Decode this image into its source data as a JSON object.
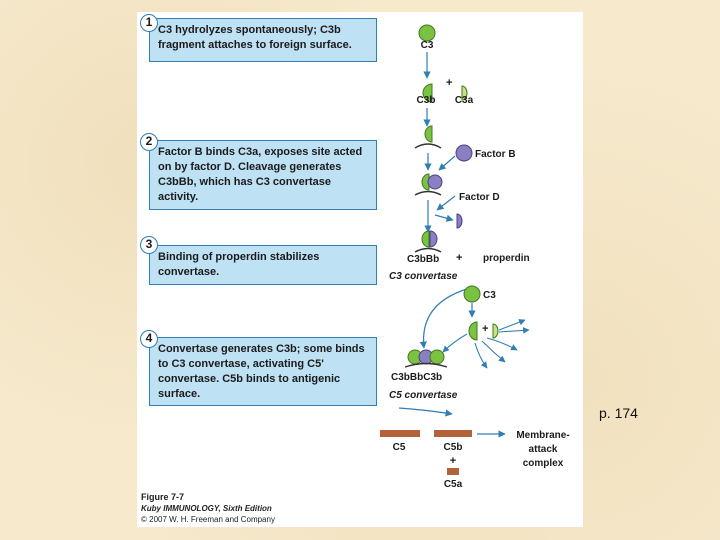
{
  "steps": [
    {
      "number": "1",
      "text": "C3 hydrolyzes spontaneously; C3b fragment attaches to foreign surface."
    },
    {
      "number": "2",
      "text": "Factor B binds C3a, exposes site acted on by factor D. Cleavage generates C3bBb, which has C3 convertase activity."
    },
    {
      "number": "3",
      "text": "Binding of properdin stabilizes convertase."
    },
    {
      "number": "4",
      "text": "Convertase generates C3b; some binds to C3 convertase, activating C5' convertase. C5b binds to antigenic surface."
    }
  ],
  "labels": {
    "c3_top": "C3",
    "plus_1": "+",
    "c3b": "C3b",
    "c3a": "C3a",
    "factor_b": "Factor B",
    "factor_d": "Factor D",
    "c3bbb": "C3bBb",
    "plus_2": "+",
    "properdin": "properdin",
    "c3_convertase": "C3 convertase",
    "c3_mid": "C3",
    "plus_3": "+",
    "c3bbbc3b": "C3bBbC3b",
    "c5_convertase": "C5 convertase",
    "c5": "C5",
    "c5b": "C5b",
    "plus_4": "+",
    "c5a": "C5a",
    "mac_line1": "Membrane-",
    "mac_line2": "attack",
    "mac_line3": "complex"
  },
  "caption": {
    "figure": "Figure 7-7",
    "book": "Kuby IMMUNOLOGY, Sixth Edition",
    "copyright": "© 2007 W. H. Freeman and Company"
  },
  "page_ref": "p. 174",
  "colors": {
    "background": "#f6e9cc",
    "box_fill": "#bfe1f4",
    "box_border": "#2f7fb5",
    "c3_green": "#7cc242",
    "factor_b_purple": "#8a7fc0",
    "arrow_blue": "#2f7fb5",
    "c5_brown": "#b4623a"
  }
}
